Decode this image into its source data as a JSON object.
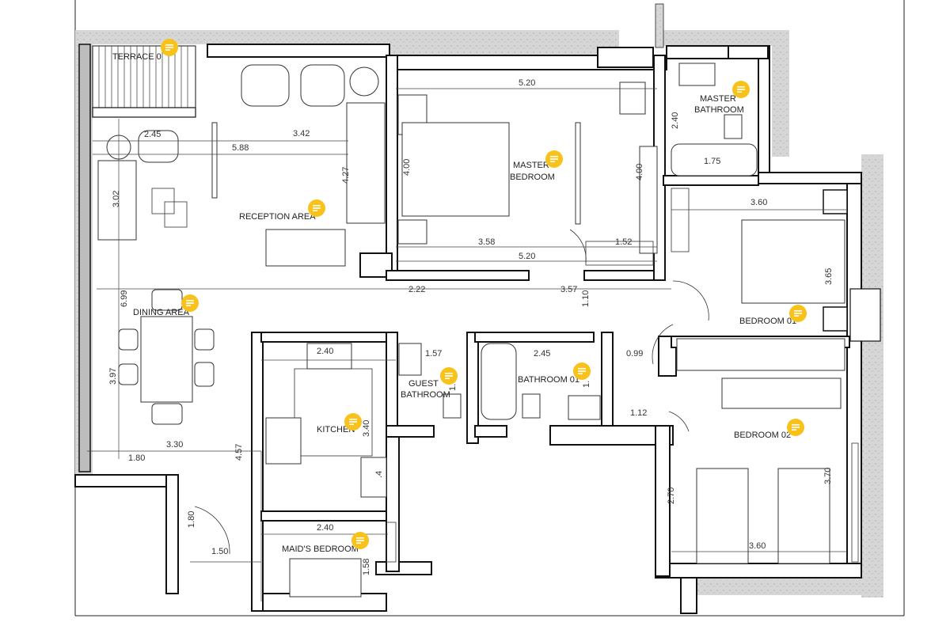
{
  "rooms": {
    "terrace": "TERRACE 0",
    "reception": "RECEPTION  AREA",
    "dining": "DINING  AREA",
    "master_bedroom_1": "MASTER",
    "master_bedroom_2": "BEDROOM",
    "master_bath_1": "MASTER",
    "master_bath_2": "BATHROOM",
    "bedroom1": "BEDROOM  01",
    "bedroom2": "BEDROOM  02",
    "guest_bath_1": "GUEST",
    "guest_bath_2": "BATHROOM",
    "bathroom1": "BATHROOM  01",
    "kitchen": "KITCHEN",
    "maids": "MAID'S  BEDROOM"
  },
  "dimensions": {
    "d_2_45_top": "2.45",
    "d_3_42": "3.42",
    "d_5_88": "5.88",
    "d_4_27": "4.27",
    "d_3_02": "3.02",
    "d_5_20_top": "5.20",
    "d_4_00_master": "4.00",
    "d_3_58": "3.58",
    "d_5_20_bottom": "5.20",
    "d_1_52": "1.52",
    "d_4_00_closet": "4.00",
    "d_2_40_mbath": "2.40",
    "d_1_75": "1.75",
    "d_3_60_b1": "3.60",
    "d_3_65": "3.65",
    "d_6_99": "6.99",
    "d_2_22": "2.22",
    "d_3_57": "3.57",
    "d_1_10": "1.10",
    "d_3_97": "3.97",
    "d_2_40_kitchen": "2.40",
    "d_1_57": "1.57",
    "d_2_45_bath": "2.45",
    "d_0_99": "0.99",
    "d_1_1_guest": "1.",
    "d_1_1_bath": "1.",
    "d_3_40": "3.40",
    "d_1_12": "1.12",
    "d_3_30": "3.30",
    "d_1_80_h": "1.80",
    "d_4_57": "4.57",
    "d_2_4": ".4",
    "d_2_70": "2.70",
    "d_3_70": "3.70",
    "d_1_80_v": "1.80",
    "d_2_40_maid": "2.40",
    "d_1_50": "1.50",
    "d_1_58": "1.58",
    "d_3_60_b2": "3.60"
  },
  "annotation_icon": "comment-note-icon",
  "colors": {
    "note": "#f9c21a",
    "wall": "#111111",
    "hatch": "#bdbdbd"
  }
}
